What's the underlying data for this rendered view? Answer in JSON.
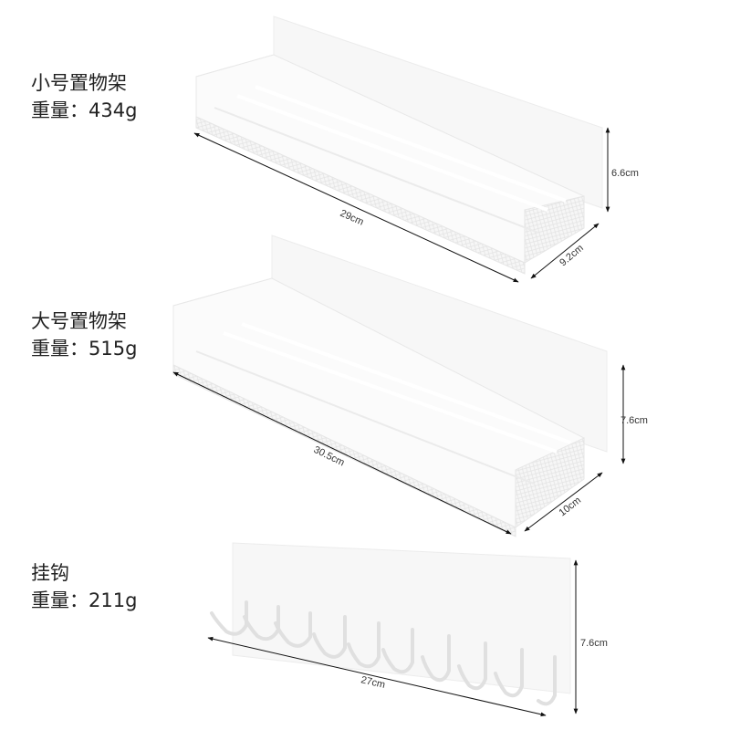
{
  "products": [
    {
      "name": "小号置物架",
      "weight_label": "重量：",
      "weight_value": "434g",
      "dimensions": {
        "length": "29cm",
        "depth": "9.2cm",
        "height": "6.6cm"
      }
    },
    {
      "name": "大号置物架",
      "weight_label": "重量：",
      "weight_value": "515g",
      "dimensions": {
        "length": "30.5cm",
        "depth": "10cm",
        "height": "7.6cm"
      }
    },
    {
      "name": "挂钩",
      "weight_label": "重量：",
      "weight_value": "211g",
      "dimensions": {
        "length": "27cm",
        "height": "7.6cm"
      }
    }
  ],
  "colors": {
    "background": "#ffffff",
    "product": "#f4f4f4",
    "line": "#111111",
    "text": "#222222"
  }
}
